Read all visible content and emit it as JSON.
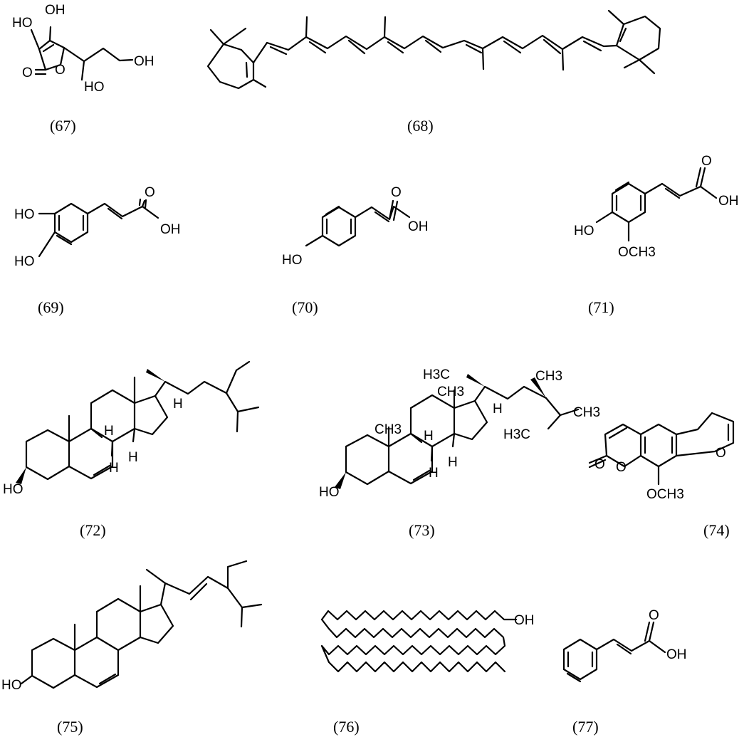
{
  "compounds": [
    {
      "id": "c67",
      "caption": "(67)",
      "atoms": [
        "OH",
        "HO",
        "O",
        "O",
        "HO",
        "OH"
      ]
    },
    {
      "id": "c68",
      "caption": "(68)",
      "atoms": []
    },
    {
      "id": "c69",
      "caption": "(69)",
      "atoms": [
        "HO",
        "HO",
        "O",
        "OH"
      ]
    },
    {
      "id": "c70",
      "caption": "(70)",
      "atoms": [
        "HO",
        "O",
        "OH"
      ]
    },
    {
      "id": "c71",
      "caption": "(71)",
      "atoms": [
        "HO",
        "O",
        "OH",
        "OCH3"
      ]
    },
    {
      "id": "c72",
      "caption": "(72)",
      "atoms": [
        "HO",
        "H",
        "H",
        "H",
        "H"
      ]
    },
    {
      "id": "c73",
      "caption": "(73)",
      "atoms": [
        "H3C",
        "CH3",
        "CH3",
        "CH3",
        "H3C",
        "CH3",
        "HO",
        "H",
        "H",
        "H",
        "H"
      ]
    },
    {
      "id": "c74",
      "caption": "(74)",
      "atoms": [
        "O",
        "O",
        "O",
        "OCH3"
      ]
    },
    {
      "id": "c75",
      "caption": "(75)",
      "atoms": [
        "HO"
      ]
    },
    {
      "id": "c76",
      "caption": "(76)",
      "atoms": [
        "OH"
      ]
    },
    {
      "id": "c77",
      "caption": "(77)",
      "atoms": [
        "O",
        "OH"
      ]
    }
  ]
}
